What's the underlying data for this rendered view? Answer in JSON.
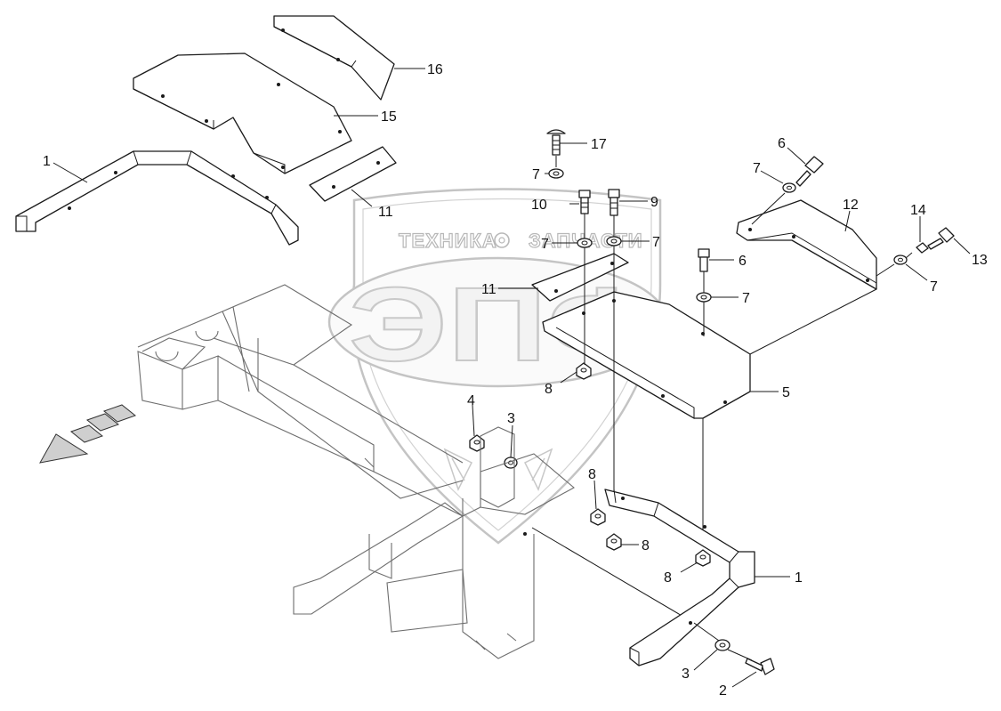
{
  "watermark": {
    "brand_left": "ТЕХНИКА",
    "brand_right": "ЗАПЧАСТИ",
    "logo_letters": "ЭПФ"
  },
  "callouts": [
    {
      "id": "c1a",
      "text": "1"
    },
    {
      "id": "c16",
      "text": "16"
    },
    {
      "id": "c15",
      "text": "15"
    },
    {
      "id": "c11a",
      "text": "11"
    },
    {
      "id": "c17",
      "text": "17"
    },
    {
      "id": "c7a",
      "text": "7"
    },
    {
      "id": "c10",
      "text": "10"
    },
    {
      "id": "c9",
      "text": "9"
    },
    {
      "id": "c7b",
      "text": "7"
    },
    {
      "id": "c7c",
      "text": "7"
    },
    {
      "id": "c11b",
      "text": "11"
    },
    {
      "id": "c6a",
      "text": "6"
    },
    {
      "id": "c7d",
      "text": "7"
    },
    {
      "id": "c12",
      "text": "12"
    },
    {
      "id": "c14",
      "text": "14"
    },
    {
      "id": "c13",
      "text": "13"
    },
    {
      "id": "c7e",
      "text": "7"
    },
    {
      "id": "c6b",
      "text": "6"
    },
    {
      "id": "c7f",
      "text": "7"
    },
    {
      "id": "c8a",
      "text": "8"
    },
    {
      "id": "c5",
      "text": "5"
    },
    {
      "id": "c4",
      "text": "4"
    },
    {
      "id": "c3a",
      "text": "3"
    },
    {
      "id": "c8b",
      "text": "8"
    },
    {
      "id": "c8c",
      "text": "8"
    },
    {
      "id": "c8d",
      "text": "8"
    },
    {
      "id": "c1b",
      "text": "1"
    },
    {
      "id": "c3b",
      "text": "3"
    },
    {
      "id": "c2",
      "text": "2"
    }
  ]
}
